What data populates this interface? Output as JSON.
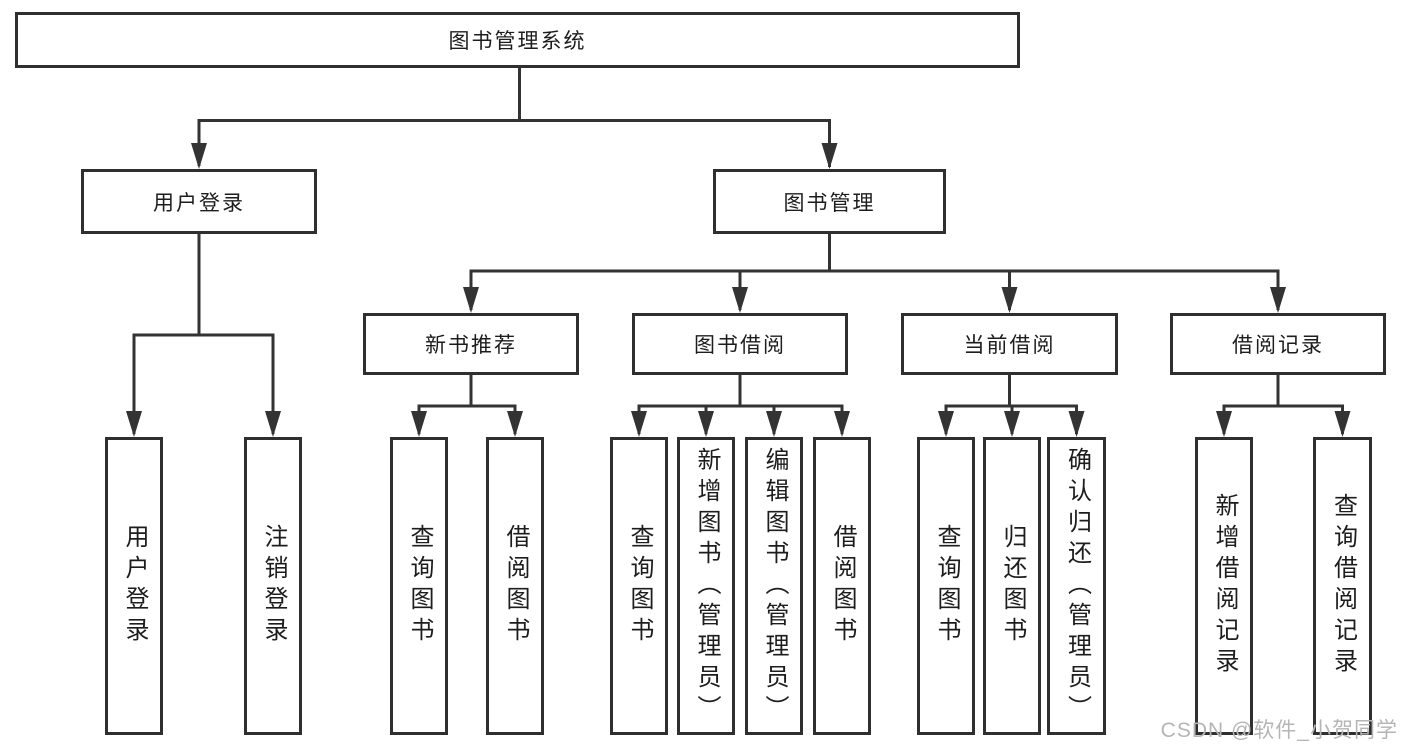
{
  "diagram": {
    "nodes": {
      "root": "图书管理系统",
      "user_login": "用户登录",
      "book_management": "图书管理",
      "new_book_recommend": "新书推荐",
      "book_borrowing": "图书借阅",
      "current_borrowing": "当前借阅",
      "borrowing_records": "借阅记录",
      "leaf_user_login": "用户登录",
      "leaf_logout": "注销登录",
      "leaf_query_books_rec": "查询图书",
      "leaf_borrow_books_rec": "借阅图书",
      "leaf_query_books_borrow": "查询图书",
      "leaf_add_books_admin": "新增图书（管理员）",
      "leaf_edit_books_admin": "编辑图书（管理员）",
      "leaf_borrow_books_borrow": "借阅图书",
      "leaf_query_books_cur": "查询图书",
      "leaf_return_books": "归还图书",
      "leaf_confirm_return_admin": "确认归还（管理员）",
      "leaf_add_borrow_record": "新增借阅记录",
      "leaf_query_borrow_record": "查询借阅记录"
    },
    "colors": {
      "line": "#333333",
      "box_border": "#2f2f2f",
      "text": "#1d1d1d",
      "watermark": "#b5b5b5",
      "background": "#ffffff"
    }
  },
  "watermark": "CSDN @软件_小贺同学"
}
